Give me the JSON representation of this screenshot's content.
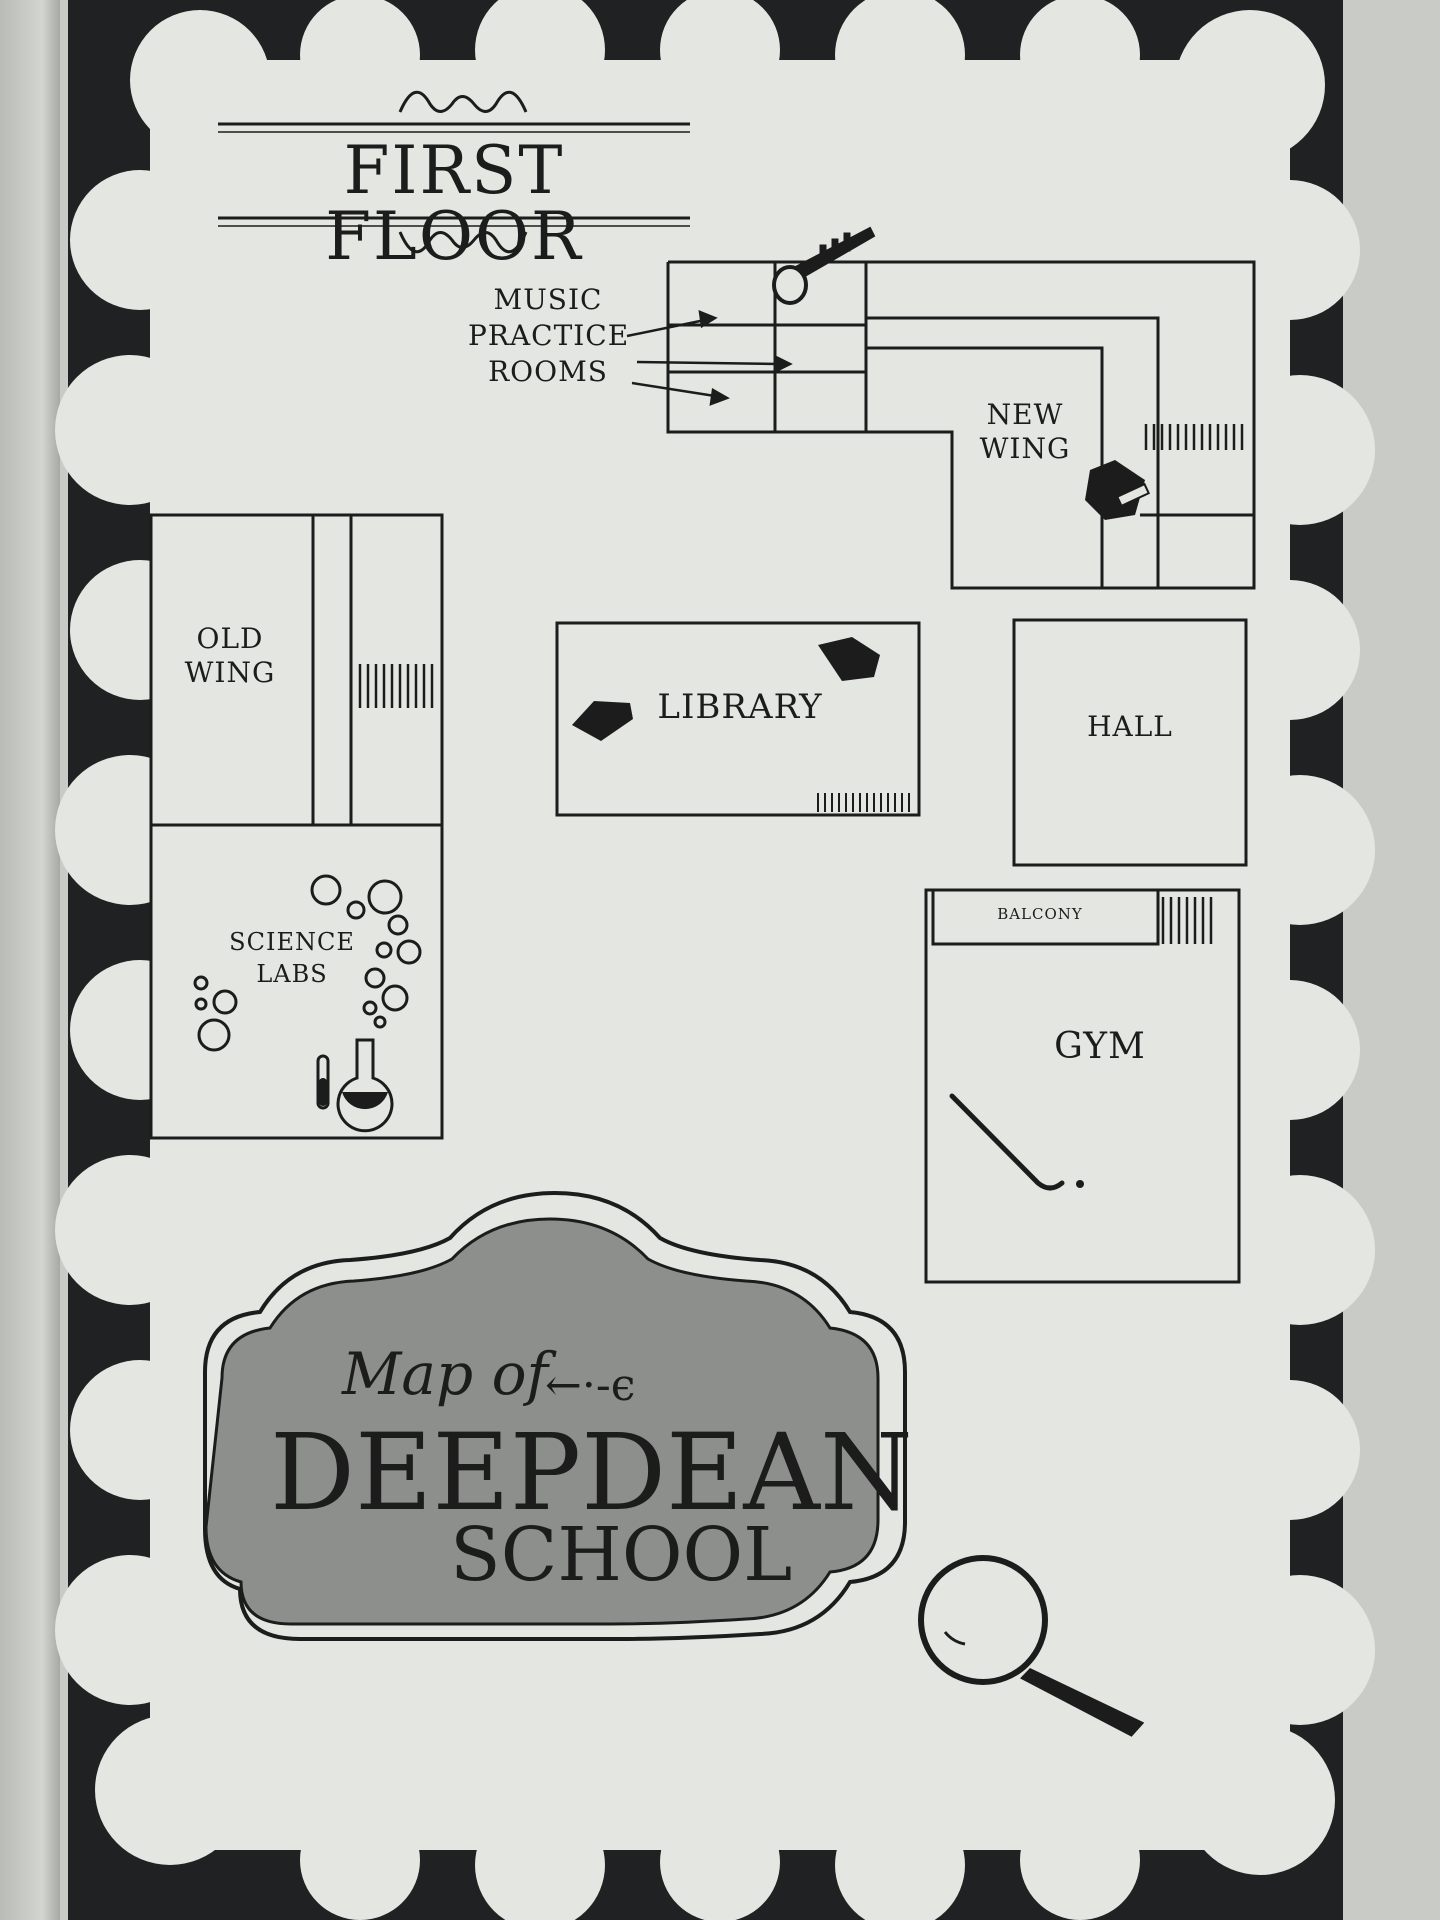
{
  "floor_title": "FIRST FLOOR",
  "rooms": {
    "music_practice": "MUSIC PRACTICE ROOMS",
    "music_line1": "MUSIC",
    "music_line2": "PRACTICE",
    "music_line3": "ROOMS",
    "new_wing_line1": "NEW",
    "new_wing_line2": "WING",
    "old_wing_line1": "OLD",
    "old_wing_line2": "WING",
    "library": "LIBRARY",
    "hall": "HALL",
    "science_line1": "SCIENCE",
    "science_line2": "LABS",
    "balcony": "BALCONY",
    "gym": "GYM"
  },
  "sign": {
    "map_of": "Map of",
    "line1": "DEEPDEAN",
    "line2": "SCHOOL"
  },
  "icons": [
    "trumpet-icon",
    "books-icon",
    "bubbles-icon",
    "flask-icon",
    "test-tube-icon",
    "hockey-stick-icon",
    "magnifying-glass-icon",
    "staircase-icon",
    "piano-icon"
  ],
  "colors": {
    "ink": "#1c1c1c",
    "paper": "#e4e6e1",
    "frame": "#1f2122",
    "sign": "#8d8f8c"
  }
}
